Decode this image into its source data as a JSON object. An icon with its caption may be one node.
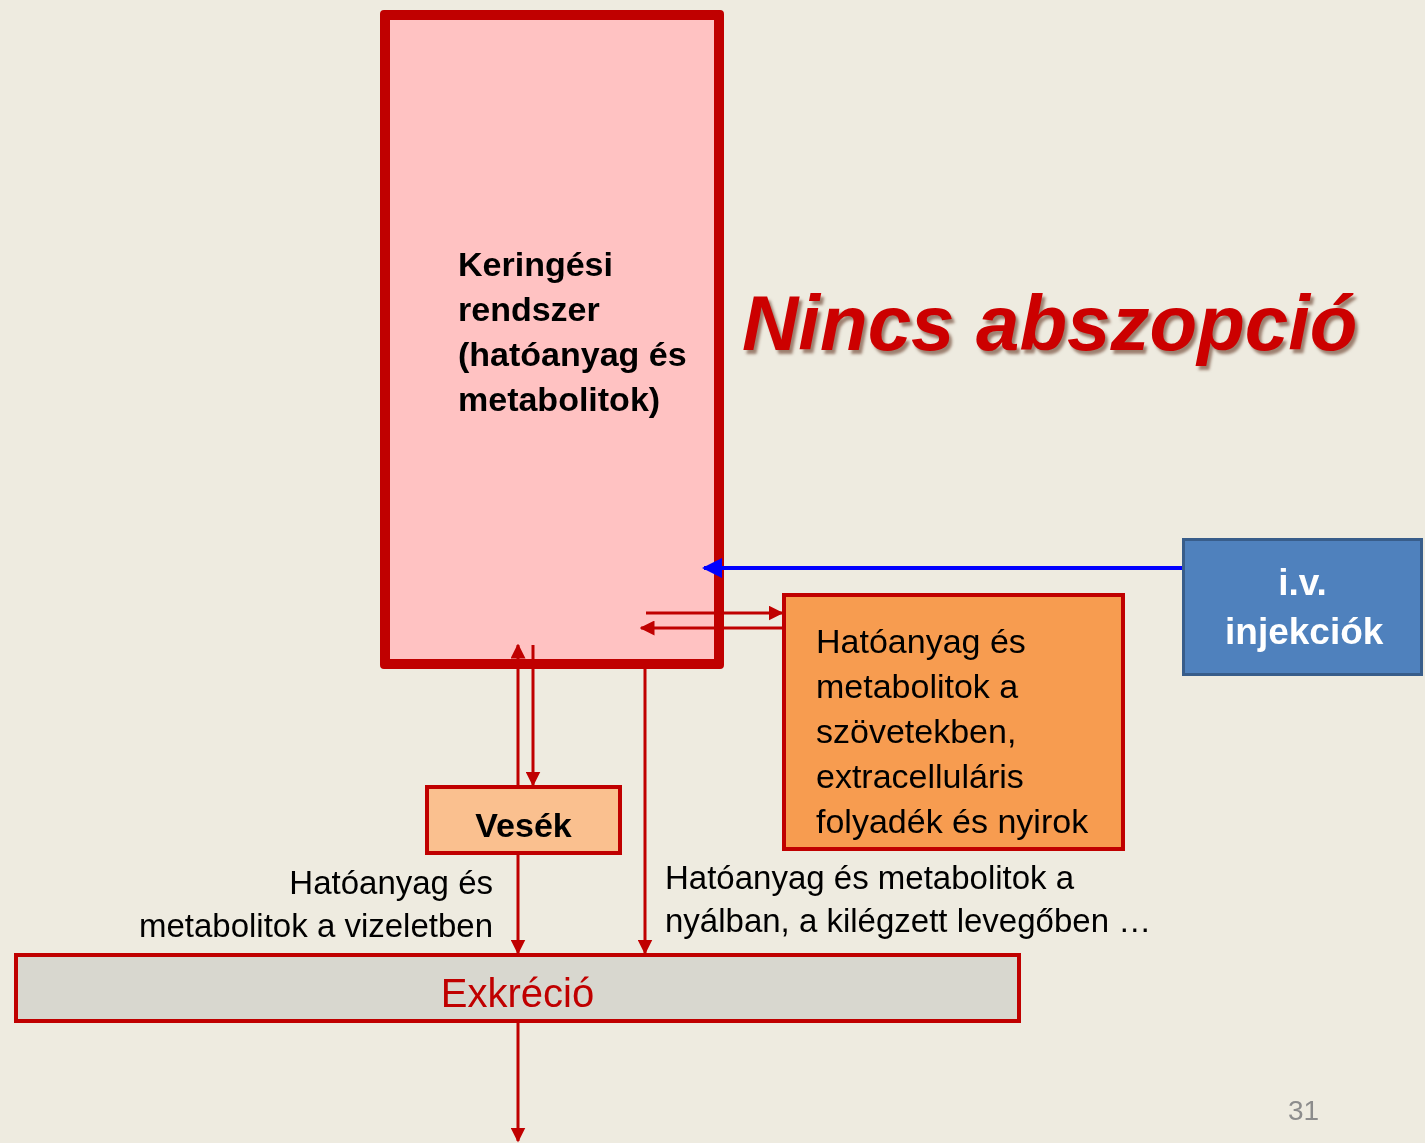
{
  "diagram": {
    "title": "Nincs abszopció",
    "nodes": [
      {
        "text": [
          "Keringési rendszer (hatóanyag és metabolitok)"
        ]
      },
      {
        "text": [
          "i.v. injekciók"
        ]
      },
      {
        "text": [
          "Hatóanyag és metabolitok a szövetekben, extracelluláris folyadék és nyirok"
        ]
      },
      {
        "text": [
          "Vesék"
        ]
      },
      {
        "text": [
          "Exkréció"
        ]
      }
    ],
    "edges": [
      {
        "from": 1,
        "to": 0,
        "arrow": "to",
        "color": "#0000ff"
      },
      {
        "from": 0,
        "to": 2,
        "arrow": "to"
      },
      {
        "from": 2,
        "to": 0,
        "arrow": "to"
      },
      {
        "from": 3,
        "to": 0,
        "arrow": "to"
      },
      {
        "from": 0,
        "to": 3,
        "arrow": "to"
      },
      {
        "from": 3,
        "to": 4,
        "arrow": "to",
        "label": "Hatóanyag és metabolitok a vizeletben"
      },
      {
        "from": 0,
        "to": 4,
        "arrow": "to",
        "label": "Hatóanyag és metabolitok a nyálban, a kilégzett levegőben …"
      },
      {
        "from": 4,
        "to": null,
        "arrow": "to"
      }
    ],
    "labels": [
      "31"
    ]
  }
}
